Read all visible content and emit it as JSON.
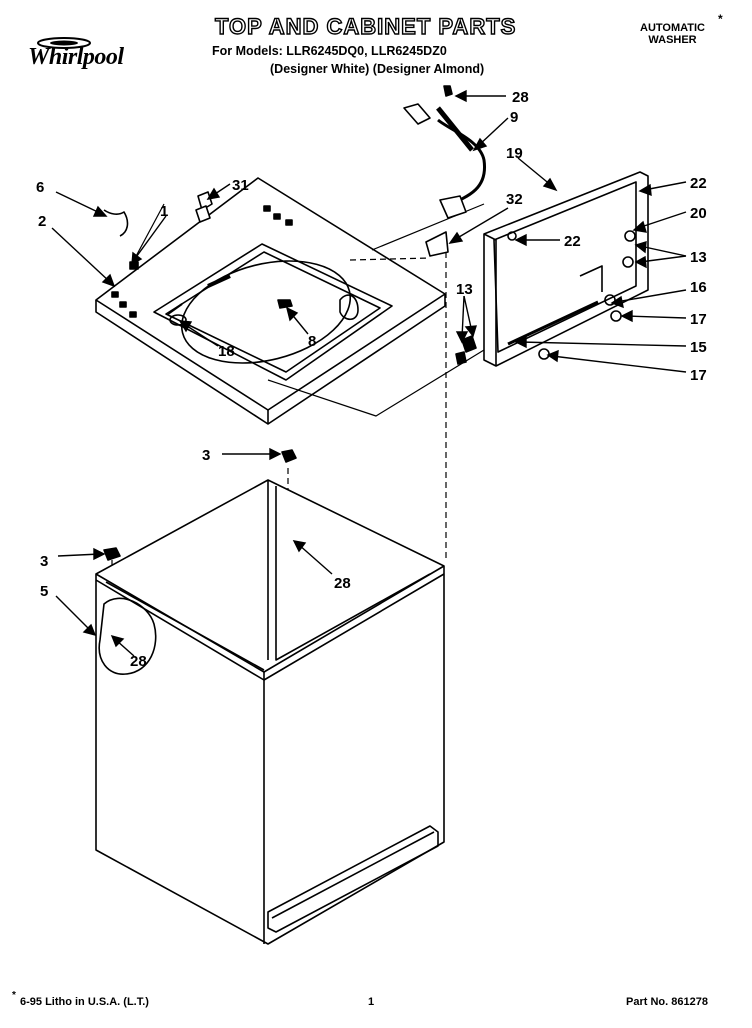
{
  "header": {
    "brand": "Whirlpool",
    "title": "TOP AND CABINET PARTS",
    "models_line": "For Models: LLR6245DQ0, LLR6245DZ0",
    "designer_line": "(Designer White)  (Designer Almond)",
    "appliance_line1": "AUTOMATIC",
    "appliance_line2": "WASHER",
    "asterisk": "*"
  },
  "footer": {
    "left": "6-95 Litho in U.S.A. (L.T.)",
    "left_mark": "*",
    "center": "1",
    "right": "Part No. 861278"
  },
  "callouts": {
    "c28_top": "28",
    "c9": "9",
    "c19": "19",
    "c22_right": "22",
    "c20": "20",
    "c32": "32",
    "c22_left": "22",
    "c13_right": "13",
    "c16": "16",
    "c13_left": "13",
    "c17_upper": "17",
    "c15": "15",
    "c17_lower": "17",
    "c6": "6",
    "c31": "31",
    "c1": "1",
    "c2": "2",
    "c8": "8",
    "c18": "18",
    "c3_upper": "3",
    "c28_mid": "28",
    "c3_lower": "3",
    "c5": "5",
    "c28_low": "28"
  }
}
